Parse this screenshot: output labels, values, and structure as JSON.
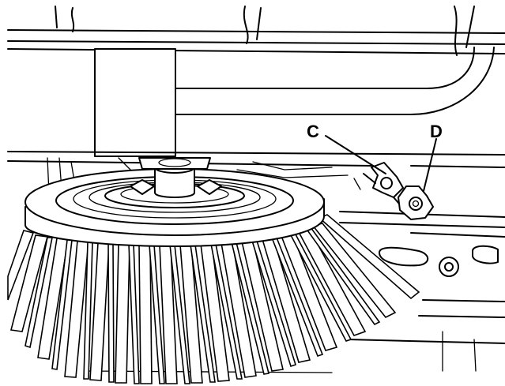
{
  "figure": {
    "callouts": [
      {
        "id": "C",
        "label": "C"
      },
      {
        "id": "D",
        "label": "D"
      }
    ],
    "colors": {
      "line": "#000000",
      "background": "#ffffff"
    }
  }
}
